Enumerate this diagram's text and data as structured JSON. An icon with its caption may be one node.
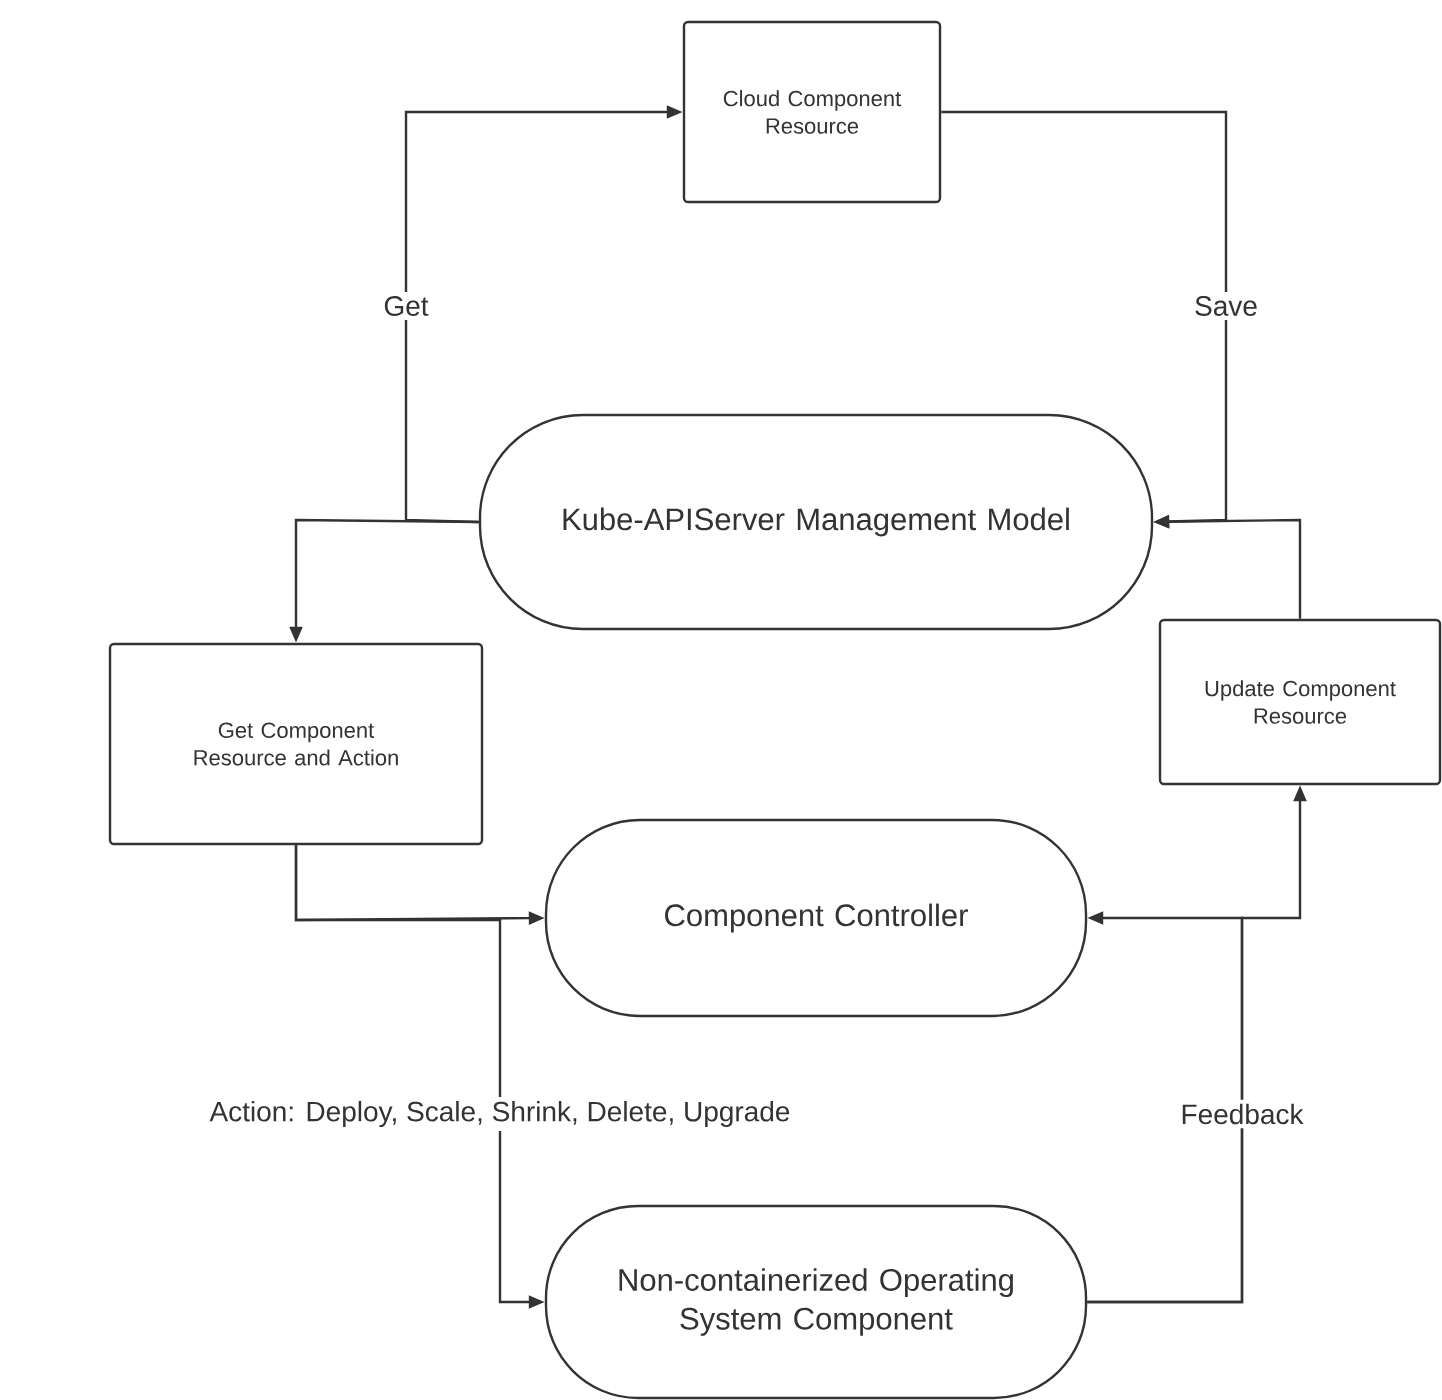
{
  "diagram": {
    "nodes": [
      {
        "text": [
          "Cloud Component Resource"
        ]
      },
      {
        "text": [
          "Kube-APIServer Management Model"
        ]
      },
      {
        "text": [
          "Get Component Resource and Action"
        ]
      },
      {
        "text": [
          "Update Component Resource"
        ]
      },
      {
        "text": [
          "Component Controller"
        ]
      },
      {
        "text": [
          "Non-containerized Operating System Component"
        ]
      }
    ],
    "edges": [
      {
        "from": 1,
        "to": 0,
        "arrow": "to",
        "label": "Get"
      },
      {
        "from": 1,
        "to": 2,
        "arrow": "to"
      },
      {
        "from": 0,
        "to": 1,
        "arrow": "to",
        "label": "Save"
      },
      {
        "from": 3,
        "to": 1,
        "arrow": "to"
      },
      {
        "from": 2,
        "to": 4,
        "arrow": "to"
      },
      {
        "from": 2,
        "to": 5,
        "arrow": "to",
        "label": "Action: Deploy, Scale, Shrink, Delete, Upgrade"
      },
      {
        "from": 5,
        "to": 4,
        "arrow": "to",
        "label": "Feedback"
      },
      {
        "from": 5,
        "to": 3,
        "arrow": "to"
      }
    ]
  }
}
